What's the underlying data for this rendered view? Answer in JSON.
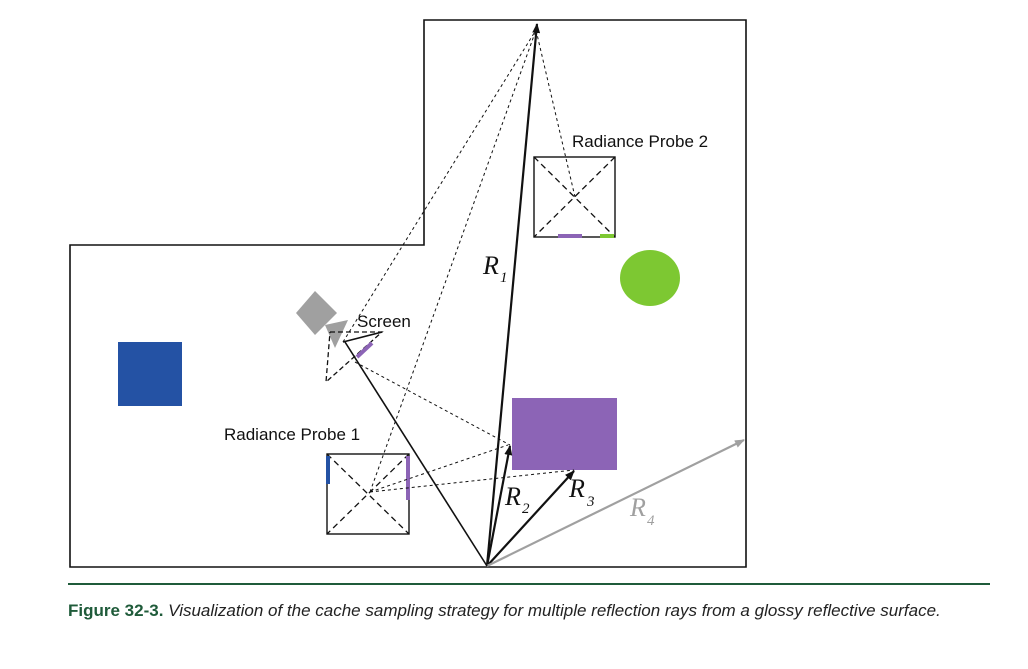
{
  "labels": {
    "probe1": "Radiance Probe 1",
    "probe2": "Radiance Probe 2",
    "screen": "Screen",
    "r1": "R",
    "r1_sub": "1",
    "r2": "R",
    "r2_sub": "2",
    "r3": "R",
    "r3_sub": "3",
    "r4": "R",
    "r4_sub": "4"
  },
  "caption": {
    "number": "Figure 32-3.",
    "text": "Visualization of the cache sampling strategy for multiple reflection rays from a glossy reflective surface."
  },
  "colors": {
    "room_outline": "#111111",
    "blue_object": "#2452a4",
    "green_object": "#7dc832",
    "purple_object": "#8c64b6",
    "camera_gray": "#a0a0a0",
    "ray_r4": "#a0a0a0",
    "rule": "#1f5b3a"
  }
}
